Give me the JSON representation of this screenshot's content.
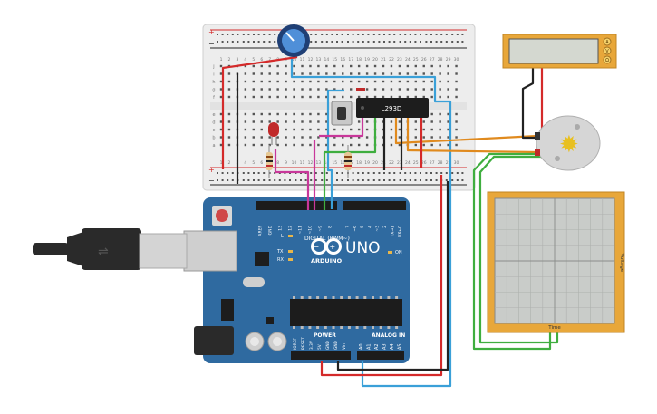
{
  "breadboard": {
    "row_letters_top": [
      "j",
      "i",
      "h",
      "g",
      "f"
    ],
    "row_letters_bottom": [
      "e",
      "d",
      "c",
      "b",
      "a"
    ],
    "column_numbers": [
      "1",
      "2",
      "3",
      "4",
      "5",
      "6",
      "7",
      "8",
      "9",
      "10",
      "11",
      "12",
      "13",
      "14",
      "15",
      "16",
      "17",
      "18",
      "19",
      "20",
      "21",
      "22",
      "23",
      "24",
      "25",
      "26",
      "27",
      "28",
      "29",
      "30"
    ],
    "rail_plus": "+",
    "rail_minus": "−"
  },
  "chip": {
    "label": "L293D"
  },
  "arduino": {
    "brand": "ARDUINO",
    "model": "UNO",
    "digital_label": "DIGITAL (PWM~)",
    "power_label": "POWER",
    "analog_label": "ANALOG IN",
    "led_l": "L",
    "led_tx": "TX",
    "led_rx": "RX",
    "led_on": "ON",
    "top_pins": [
      "AREF",
      "GND",
      "13",
      "12",
      "~11",
      "~10",
      "~9",
      "8",
      "7",
      "~6",
      "~5",
      "4",
      "~3",
      "2",
      "TX→1",
      "RX←0"
    ],
    "power_pins": [
      "IOREF",
      "RESET",
      "3.3V",
      "5V",
      "GND",
      "GND",
      "Vin"
    ],
    "analog_pins": [
      "A0",
      "A1",
      "A2",
      "A3",
      "A4",
      "A5"
    ]
  },
  "lcd": {
    "buttons": [
      "A",
      "V",
      "Ω"
    ]
  },
  "oscilloscope": {
    "x_label": "Time",
    "y_label": "Voltage"
  },
  "colors": {
    "wire_red": "#d42a2a",
    "wire_black": "#222222",
    "wire_blue": "#3aa0d8",
    "wire_green": "#3fae3f",
    "wire_orange": "#e08a1e",
    "wire_magenta": "#c8379a",
    "board": "#2f6aa0"
  }
}
